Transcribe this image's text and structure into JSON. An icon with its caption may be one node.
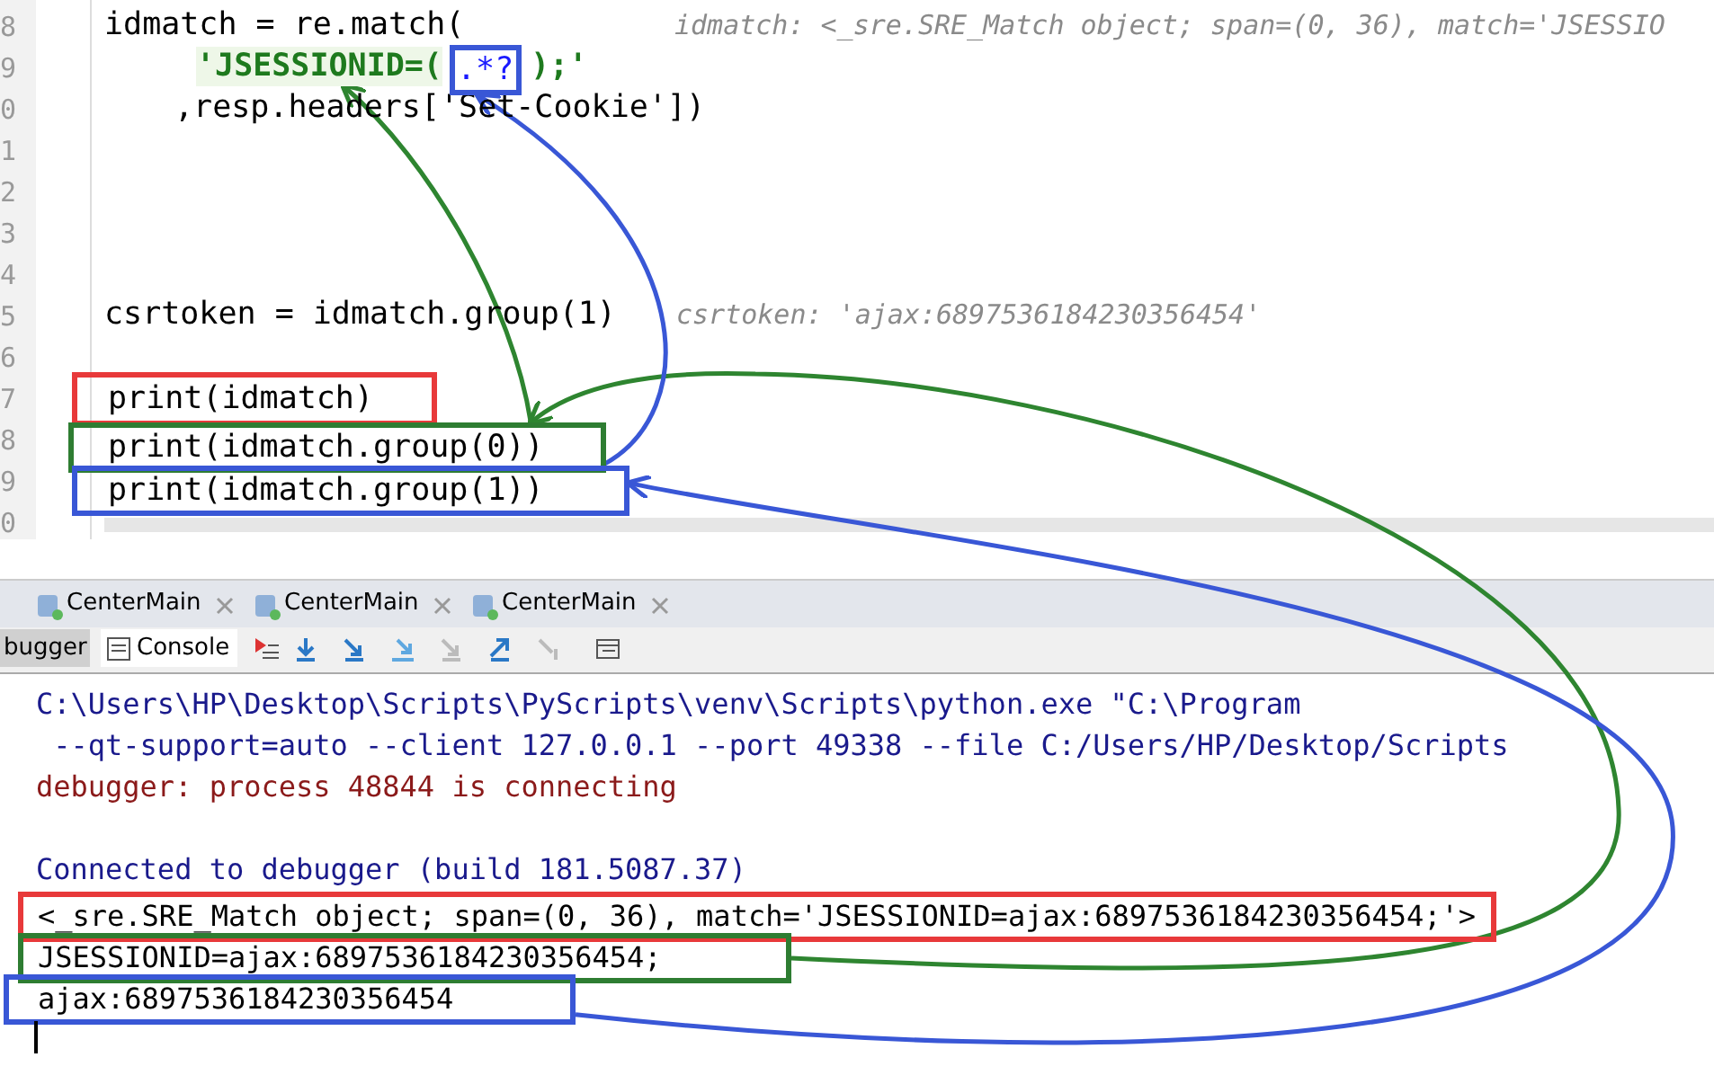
{
  "diagram": {
    "nodes": [
      {
        "text": [
          "'JSESSIONID=("
        ]
      },
      {
        "text": [
          ".*?"
        ]
      },
      {
        "text": [
          "print(idmatch)"
        ]
      },
      {
        "text": [
          "print(idmatch.group(0))"
        ]
      },
      {
        "text": [
          "print(idmatch.group(1))"
        ]
      },
      {
        "text": [
          "<_sre.SRE_Match object; span=(0, 36), match='JSESSIONID=ajax:6897536184230356454;'>"
        ]
      },
      {
        "text": [
          "JSESSIONID=ajax:6897536184230356454;"
        ]
      },
      {
        "text": [
          "ajax:6897536184230356454"
        ]
      }
    ],
    "edges": [
      {
        "from": 6,
        "to": 3,
        "arrow": "to",
        "color": "#2e8530"
      },
      {
        "from": 3,
        "to": 0,
        "arrow": "to",
        "color": "#2e8530"
      },
      {
        "from": 7,
        "to": 4,
        "arrow": "to",
        "color": "#3957d6"
      },
      {
        "from": 4,
        "to": 1,
        "arrow": "to",
        "color": "#3957d6"
      }
    ],
    "labels": [
      "8",
      "9",
      "0",
      "1",
      "2",
      "3",
      "4",
      "5",
      "6",
      "7",
      "8",
      "9",
      "0",
      "idmatch = re.match(",
      "idmatch: <_sre.SRE_Match object; span=(0, 36), match='JSESSIO",
      ");'",
      ",resp.headers['Set-Cookie'])",
      "csrtoken = idmatch.group(1)",
      "csrtoken: 'ajax:6897536184230356454'",
      "CenterMain",
      "CenterMain",
      "CenterMain",
      "bugger",
      "Console",
      "C:\\Users\\HP\\Desktop\\Scripts\\PyScripts\\venv\\Scripts\\python.exe \"C:\\Program",
      " --qt-support=auto --client 127.0.0.1 --port 49338 --file C:/Users/HP/Desktop/Scripts",
      "debugger: process 48844 is connecting",
      "Connected to debugger (build 181.5087.37)"
    ]
  }
}
